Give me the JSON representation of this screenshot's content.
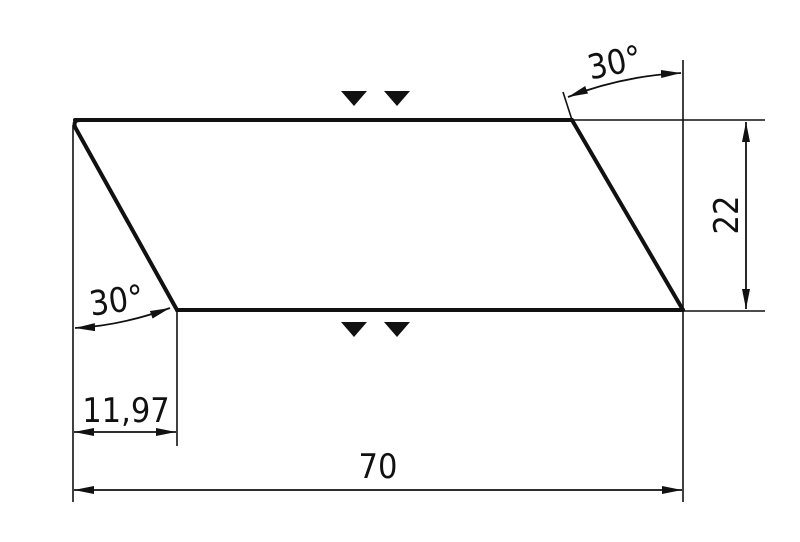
{
  "drawing": {
    "dimensions": {
      "total_length": "70",
      "height": "22",
      "offset": "11,97",
      "angle_top": "30°",
      "angle_bottom": "30°"
    },
    "colors": {
      "line": "#111111",
      "background": "#ffffff"
    },
    "symbols": {
      "surface_finish": "triangle-marks"
    }
  }
}
